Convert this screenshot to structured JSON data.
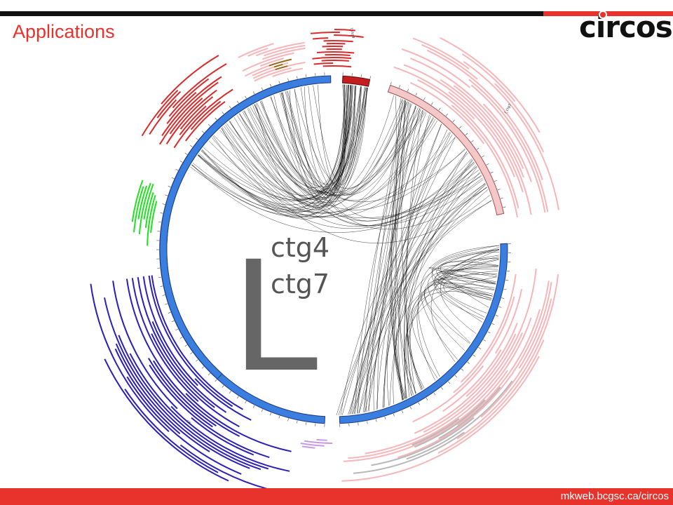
{
  "slide": {
    "title": "Applications",
    "logo": "circos",
    "footer_url": "mkweb.bcgsc.ca/circos"
  },
  "diagram": {
    "big_letter": "L",
    "labels": [
      "ctg4",
      "ctg7"
    ],
    "ideogram_labels": {
      "ctg4": "l_ctg4",
      "ctg7": "l_ctg7",
      "main": "cd"
    }
  },
  "colors": {
    "accent_red": "#e8332c",
    "ideogram_blue": "#3a7fe0",
    "ideogram_darkred": "#c41d20",
    "ideogram_pink": "#f4c8c8",
    "track_red": "#d82b2b",
    "track_pink": "#f6b5b8",
    "track_green": "#22e022",
    "track_blue": "#2a1fb8",
    "track_lavender": "#c79be0",
    "track_brown": "#9a6a1a",
    "track_gray": "#b8b8b8",
    "link": "#000000",
    "big_letter": "#666666"
  }
}
